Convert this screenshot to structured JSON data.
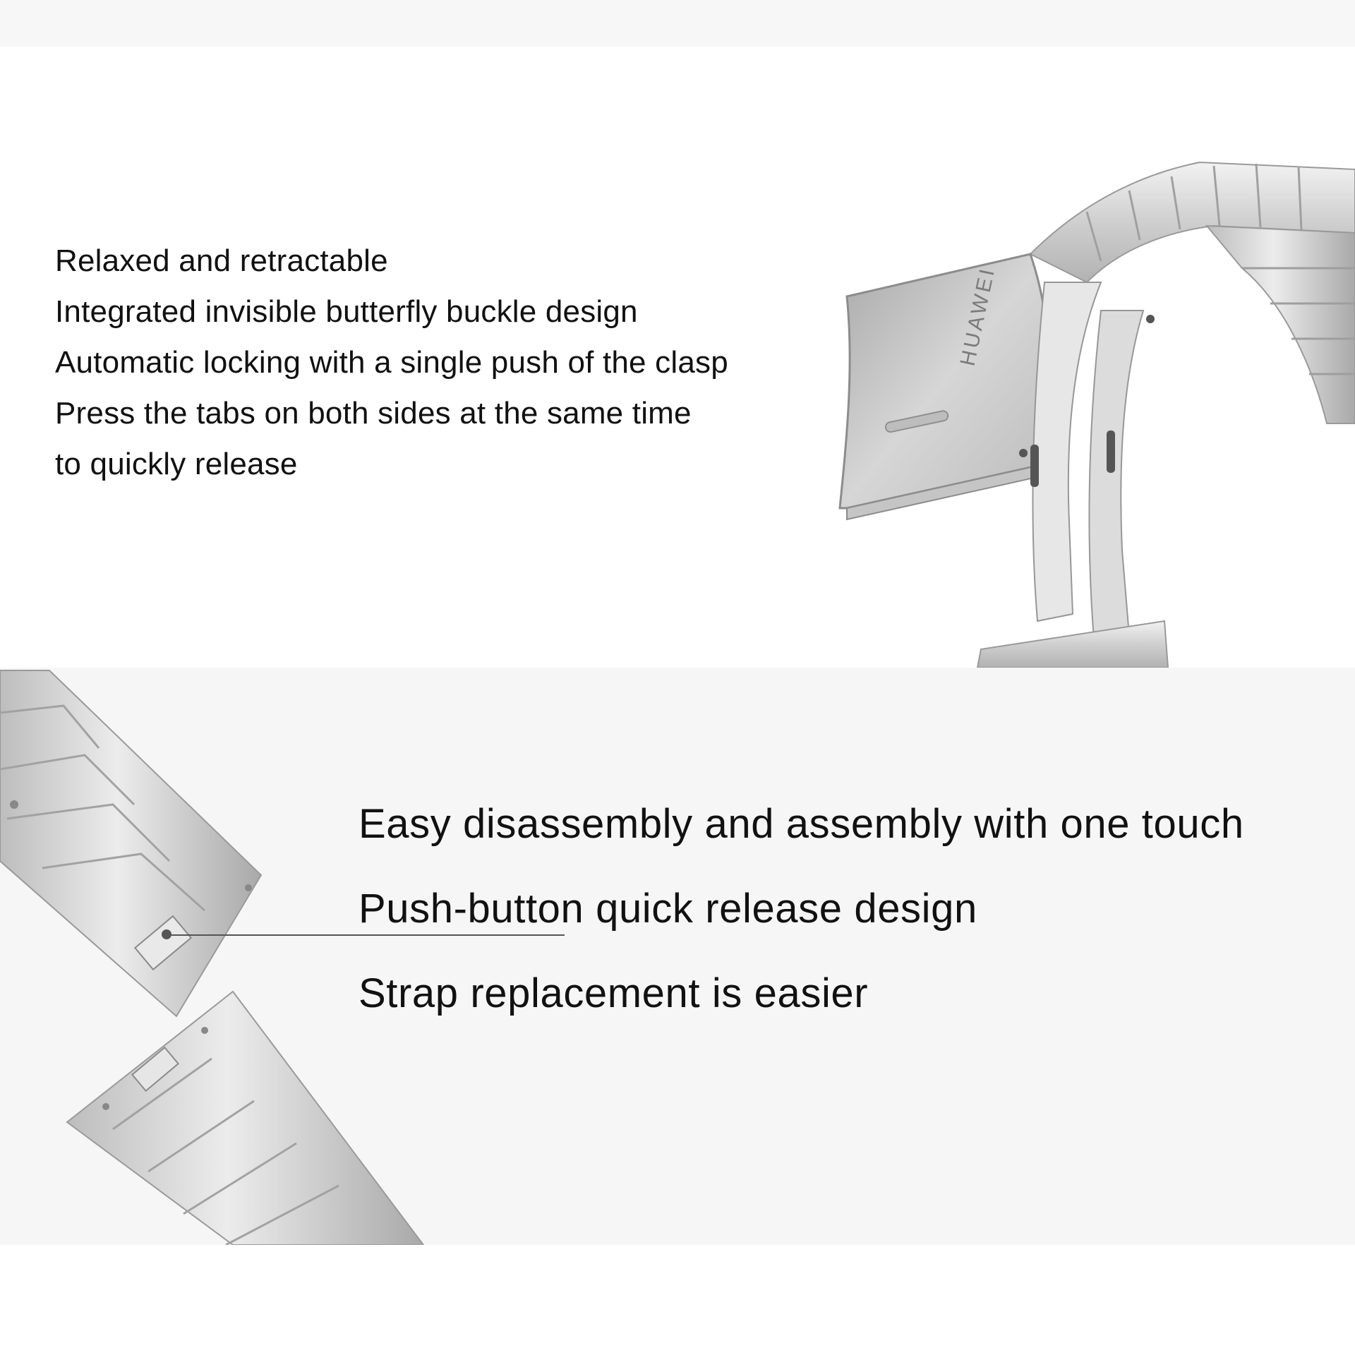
{
  "buckle_section": {
    "features": [
      "Relaxed and retractable",
      "Integrated invisible butterfly buckle design",
      "Automatic locking with a single push of the clasp",
      "Press the tabs on both sides at the same time",
      "to quickly release"
    ],
    "logo": "HUAWEI"
  },
  "release_section": {
    "features": [
      "Easy disassembly and assembly with one touch",
      "Push-button quick release design",
      "Strap replacement is easier"
    ]
  },
  "colors": {
    "background": "#ffffff",
    "panel": "#f6f6f6",
    "text": "#111111",
    "metal_light": "#e8e8e8",
    "metal_mid": "#c9c9c9",
    "metal_dark": "#8f8f8f"
  }
}
